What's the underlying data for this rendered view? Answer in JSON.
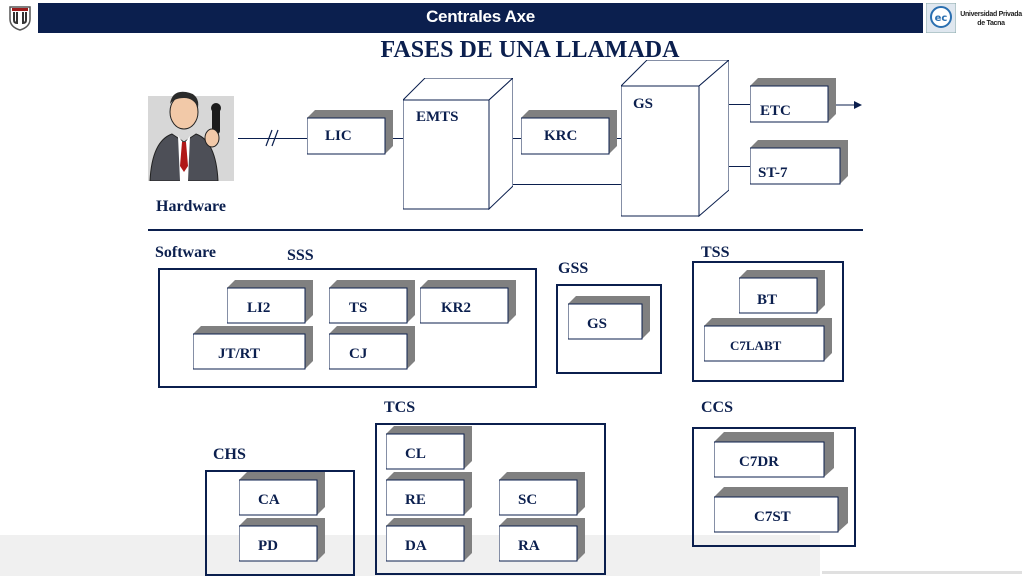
{
  "header": {
    "title": "Centrales Axe",
    "university": "Universidad Privada de Tacna"
  },
  "title": "FASES DE UNA LLAMADA",
  "labels": {
    "hardware": "Hardware",
    "software": "Software"
  },
  "hardware": {
    "lic": "LIC",
    "emts": "EMTS",
    "krc": "KRC",
    "gs": "GS",
    "etc": "ETC",
    "st7": "ST-7"
  },
  "groups": {
    "sss": {
      "title": "SSS",
      "li2": "LI2",
      "ts": "TS",
      "kr2": "KR2",
      "jtrt": "JT/RT",
      "cj": "CJ"
    },
    "gss": {
      "title": "GSS",
      "gs": "GS"
    },
    "tss": {
      "title": "TSS",
      "bt": "BT",
      "c7labt": "C7LABT"
    },
    "tcs": {
      "title": "TCS",
      "cl": "CL",
      "re": "RE",
      "sc": "SC",
      "da": "DA",
      "ra": "RA"
    },
    "ccs": {
      "title": "CCS",
      "c7dr": "C7DR",
      "c7st": "C7ST"
    },
    "chs": {
      "title": "CHS",
      "ca": "CA",
      "pd": "PD"
    }
  }
}
